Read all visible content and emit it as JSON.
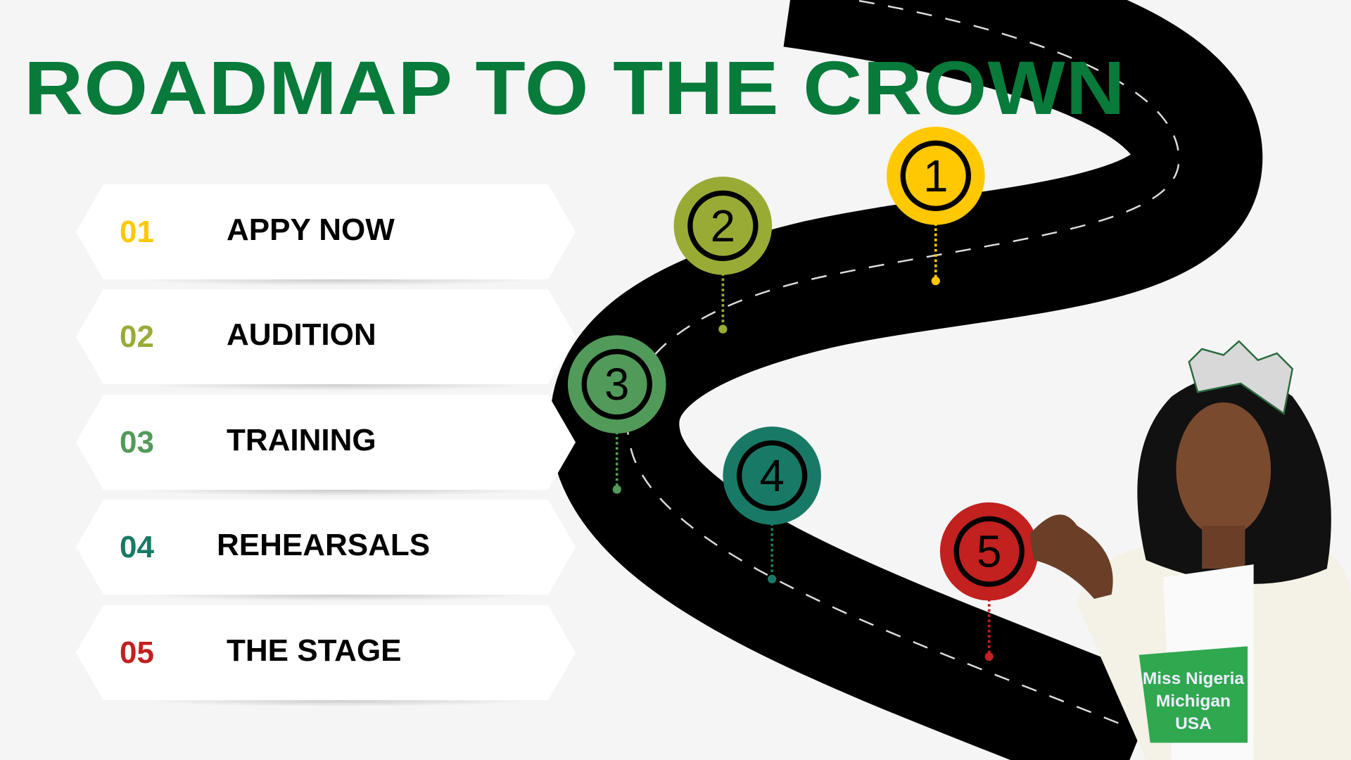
{
  "title": "ROADMAP TO THE CROWN",
  "steps": [
    {
      "number": "01",
      "label": "APPY NOW",
      "marker": "1",
      "color": "#ffc800"
    },
    {
      "number": "02",
      "label": "AUDITION",
      "marker": "2",
      "color": "#9aab35"
    },
    {
      "number": "03",
      "label": "TRAINING",
      "marker": "3",
      "color": "#529a5a"
    },
    {
      "number": "04",
      "label": "REHEARSALS",
      "marker": "4",
      "color": "#187a66"
    },
    {
      "number": "05",
      "label": "THE STAGE",
      "marker": "5",
      "color": "#c32020"
    }
  ],
  "photo": {
    "shirt_lines": [
      "Miss Nigeria",
      "Michigan",
      "USA"
    ]
  }
}
